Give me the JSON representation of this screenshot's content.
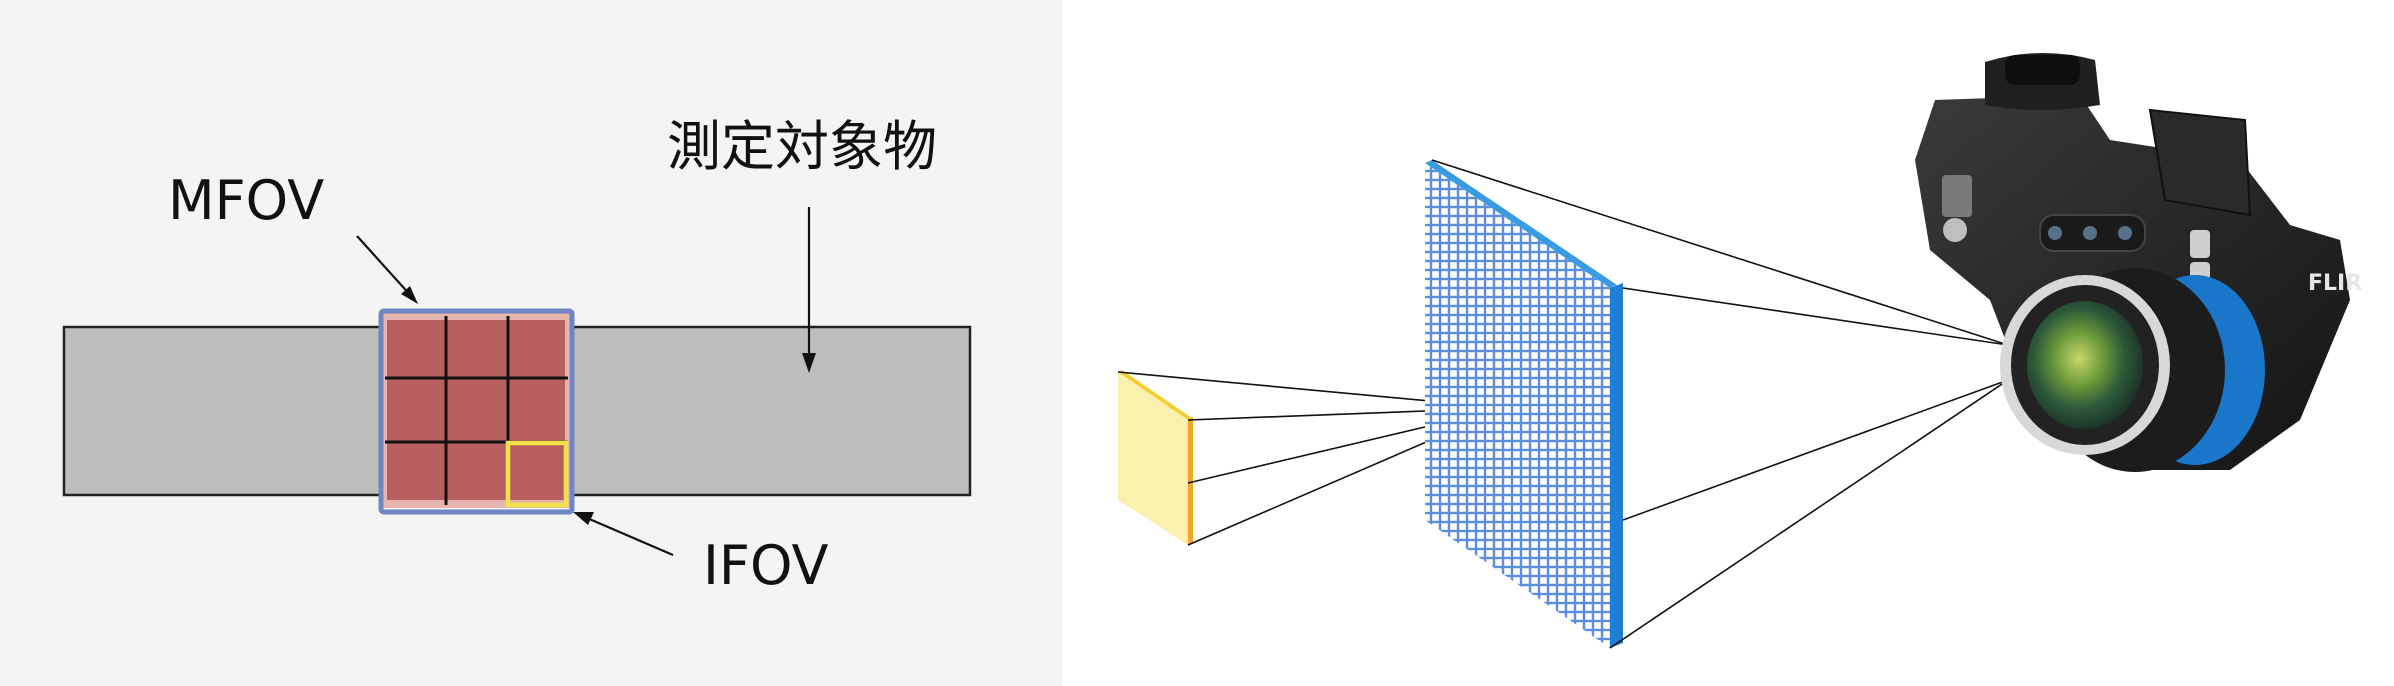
{
  "left_panel": {
    "labels": {
      "mfov": "MFOV",
      "ifov": "IFOV",
      "object": "測定対象物"
    }
  },
  "right_panel": {
    "camera": {
      "brand": "FLIR",
      "model_mark": "FLIR"
    }
  },
  "colors": {
    "panel_bg": "#f4f4f4",
    "object_fill": "#bdbdbd",
    "grid_fill": "#b86060",
    "grid_outline": "#6f86c4",
    "ifov_outline": "#f2e24a",
    "detector_blue": "#4f86d8",
    "target_yellow": "#f6e9a0"
  }
}
